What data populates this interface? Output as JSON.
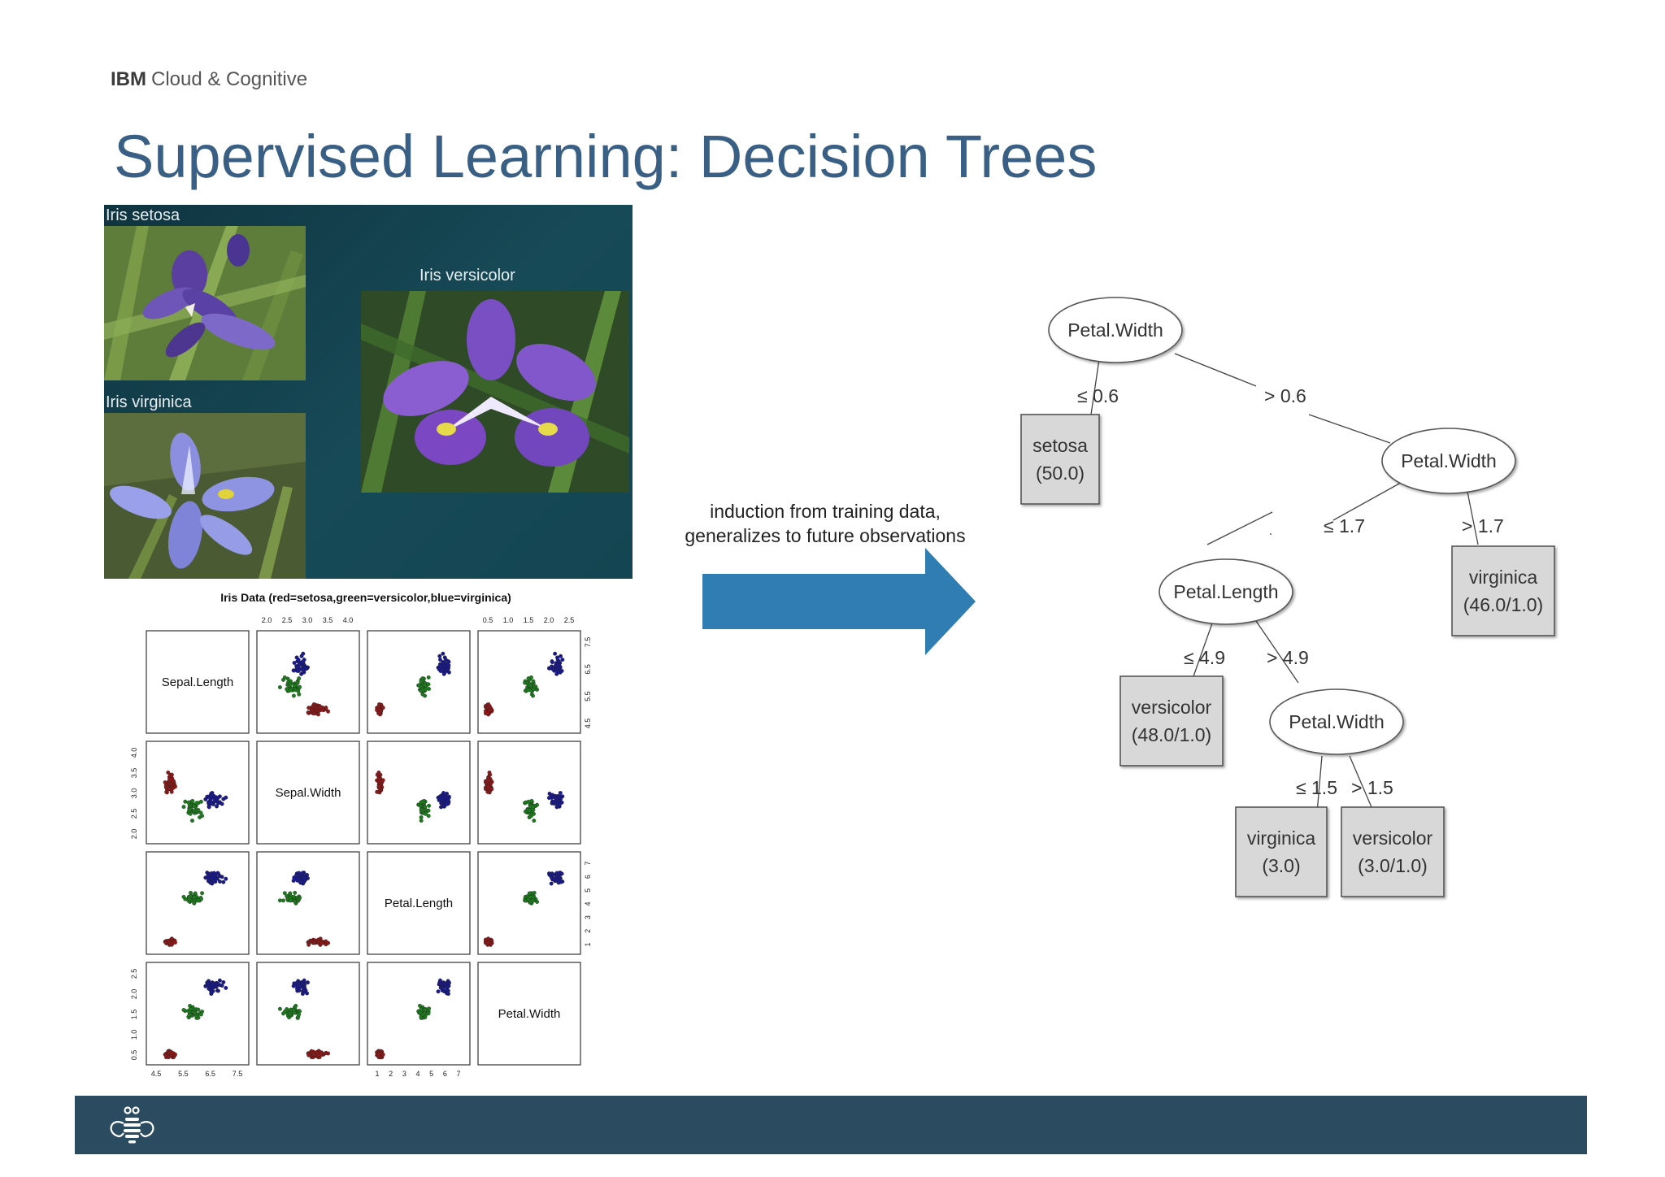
{
  "header": {
    "brand_bold": "IBM",
    "brand_rest": "Cloud & Cognitive",
    "title": "Supervised Learning: Decision Trees"
  },
  "flowers": {
    "setosa_label": "Iris setosa",
    "versicolor_label": "Iris versicolor",
    "virginica_label": "Iris virginica"
  },
  "scatter_matrix": {
    "title": "Iris Data (red=setosa,green=versicolor,blue=virginica)",
    "variables": [
      "Sepal.Length",
      "Sepal.Width",
      "Petal.Length",
      "Petal.Width"
    ],
    "top_ticks_col2": [
      "2.0",
      "2.5",
      "3.0",
      "3.5",
      "4.0"
    ],
    "top_ticks_col4": [
      "0.5",
      "1.0",
      "1.5",
      "2.0",
      "2.5"
    ],
    "bottom_ticks_col1": [
      "4.5",
      "5.5",
      "6.5",
      "7.5"
    ],
    "bottom_ticks_col3": [
      "1",
      "2",
      "3",
      "4",
      "5",
      "6",
      "7"
    ],
    "left_ticks_row2": [
      "2.0",
      "2.5",
      "3.0",
      "3.5",
      "4.0"
    ],
    "left_ticks_row4": [
      "0.5",
      "1.0",
      "1.5",
      "2.0",
      "2.5"
    ],
    "right_ticks_row1": [
      "4.5",
      "5.5",
      "6.5",
      "7.5"
    ],
    "right_ticks_row3": [
      "1",
      "2",
      "3",
      "4",
      "5",
      "6",
      "7"
    ],
    "colors": {
      "setosa": "#8b1a1a",
      "versicolor": "#1f7a1f",
      "virginica": "#1a1a8b"
    }
  },
  "arrow": {
    "caption_line1": "induction from training data,",
    "caption_line2": "generalizes to future observations",
    "color": "#2f7db3"
  },
  "tree": {
    "nodes": {
      "root": "Petal.Width",
      "right1": "Petal.Width",
      "mid": "Petal.Length",
      "low": "Petal.Width"
    },
    "edges": {
      "le_06": "≤ 0.6",
      "gt_06": "> 0.6",
      "le_17": "≤ 1.7",
      "gt_17": "> 1.7",
      "le_49": "≤ 4.9",
      "gt_49": "> 4.9",
      "le_15": "≤ 1.5",
      "gt_15": "> 1.5"
    },
    "leaves": {
      "setosa": {
        "name": "setosa",
        "count": "(50.0)"
      },
      "virginica_a": {
        "name": "virginica",
        "count": "(46.0/1.0)"
      },
      "versicolor_a": {
        "name": "versicolor",
        "count": "(48.0/1.0)"
      },
      "virginica_b": {
        "name": "virginica",
        "count": "(3.0)"
      },
      "versicolor_b": {
        "name": "versicolor",
        "count": "(3.0/1.0)"
      }
    }
  },
  "footer": {
    "logo_icon": "bee-icon"
  }
}
